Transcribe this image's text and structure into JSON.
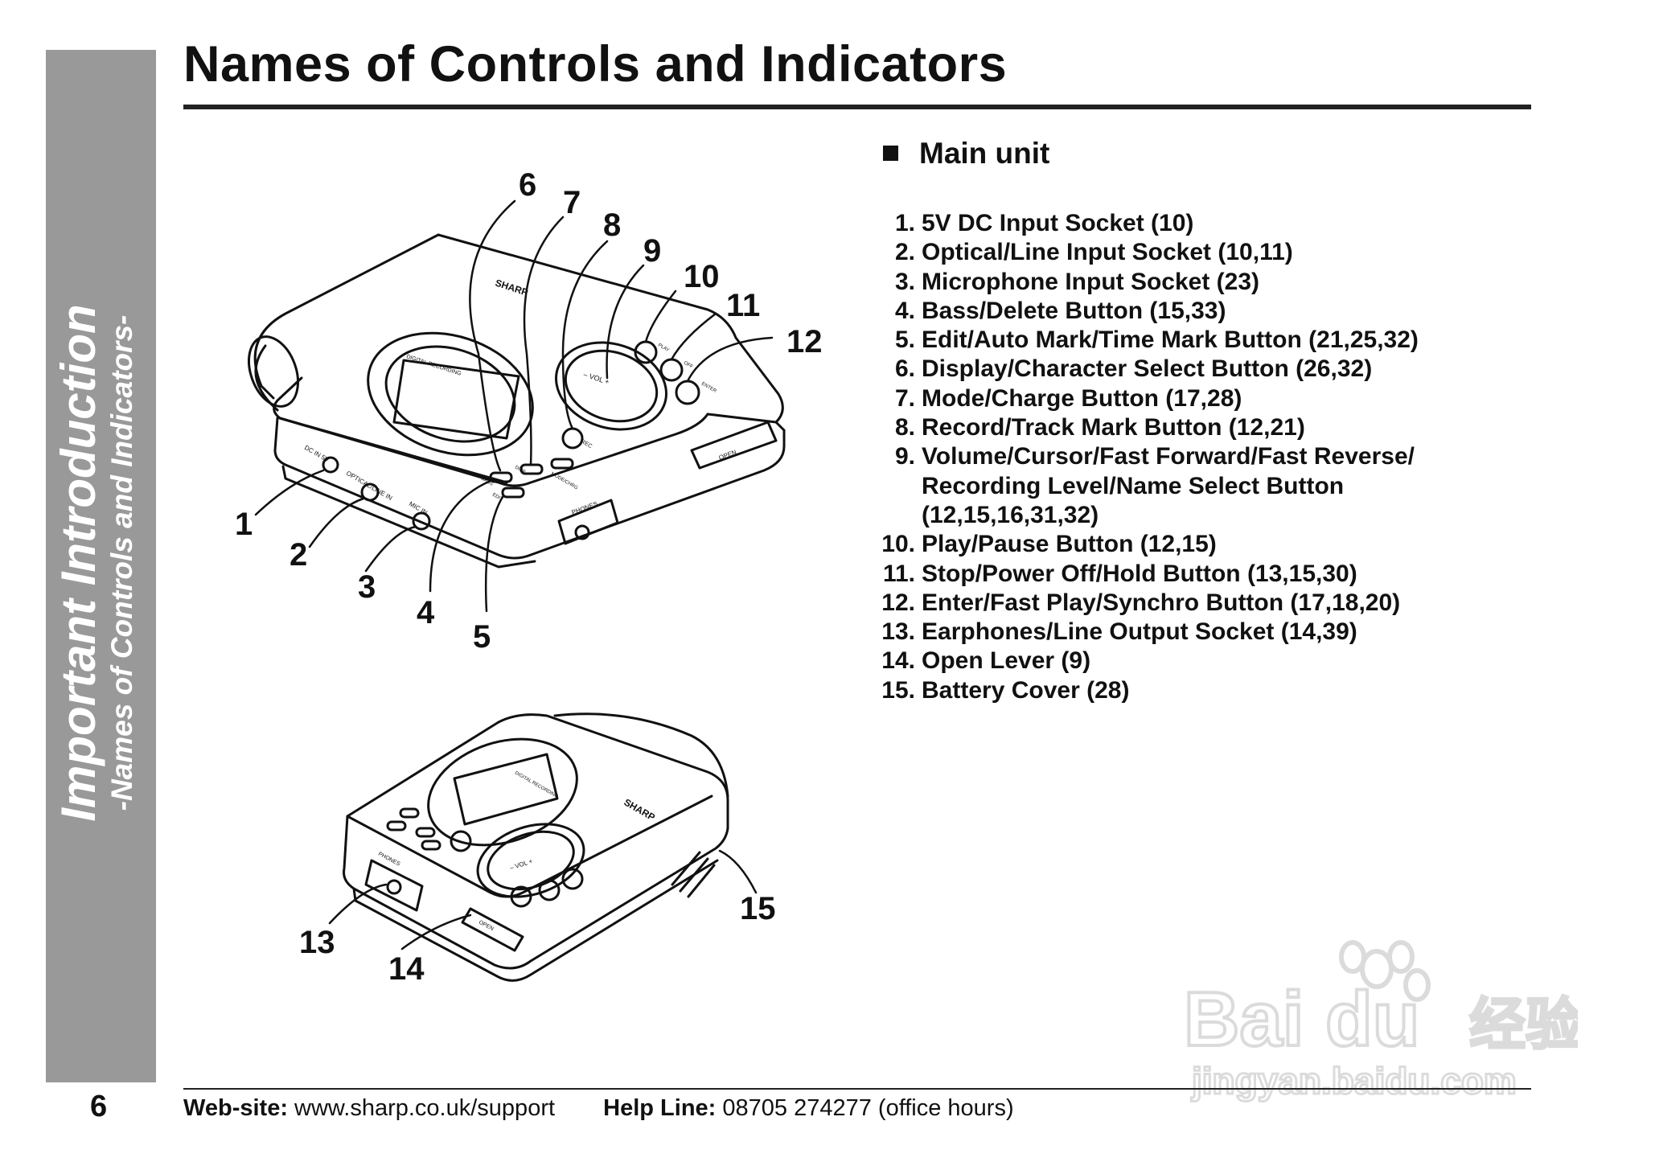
{
  "page": {
    "title": "Names of Controls and Indicators",
    "page_number": "6"
  },
  "sidebar": {
    "line1": "Important Introduction",
    "line2": "-Names of Controls and Indicators-"
  },
  "section": {
    "heading": "Main unit"
  },
  "items": [
    {
      "num": "1.",
      "text": "5V DC Input Socket (10)"
    },
    {
      "num": "2.",
      "text": "Optical/Line Input Socket (10,11)"
    },
    {
      "num": "3.",
      "text": "Microphone Input Socket (23)"
    },
    {
      "num": "4.",
      "text": "Bass/Delete Button (15,33)"
    },
    {
      "num": "5.",
      "text": "Edit/Auto Mark/Time Mark Button (21,25,32)"
    },
    {
      "num": "6.",
      "text": "Display/Character Select Button (26,32)"
    },
    {
      "num": "7.",
      "text": "Mode/Charge Button (17,28)"
    },
    {
      "num": "8.",
      "text": "Record/Track Mark Button (12,21)"
    },
    {
      "num": "9.",
      "text": "Volume/Cursor/Fast Forward/Fast Reverse/"
    },
    {
      "num": "",
      "text": "Recording Level/Name Select Button"
    },
    {
      "num": "",
      "text": "(12,15,16,31,32)"
    },
    {
      "num": "10.",
      "text": "Play/Pause Button (12,15)"
    },
    {
      "num": "11.",
      "text": "Stop/Power Off/Hold Button (13,15,30)"
    },
    {
      "num": "12.",
      "text": "Enter/Fast Play/Synchro Button (17,18,20)"
    },
    {
      "num": "13.",
      "text": "Earphones/Line Output Socket (14,39)"
    },
    {
      "num": "14.",
      "text": "Open Lever (9)"
    },
    {
      "num": "15.",
      "text": "Battery Cover (28)"
    }
  ],
  "figure": {
    "callouts": [
      "1",
      "2",
      "3",
      "4",
      "5",
      "6",
      "7",
      "8",
      "9",
      "10",
      "11",
      "12",
      "13",
      "14",
      "15"
    ],
    "device_labels": {
      "brand": "SHARP",
      "digital": "DIGITAL RECORDING",
      "dc_in": "DC IN 5V",
      "optical": "OPTICAL/LINE IN",
      "mic": "MIC IN",
      "phones": "PHONES",
      "open": "OPEN",
      "vol": "– VOL +",
      "rec": "REC",
      "bass": "BASS",
      "disp": "DISP",
      "edit": "EDIT",
      "mode": "MODE/CHRG",
      "play": "PLAY",
      "off": "OFF",
      "enter": "ENTER"
    }
  },
  "footer": {
    "website_label": "Web-site:",
    "website": "www.sharp.co.uk/support",
    "helpline_label": "Help Line:",
    "helpline": "08705 274277 (office hours)"
  },
  "watermark": {
    "brand": "Bai du",
    "cn": "经验",
    "url": "jingyan.baidu.com"
  }
}
